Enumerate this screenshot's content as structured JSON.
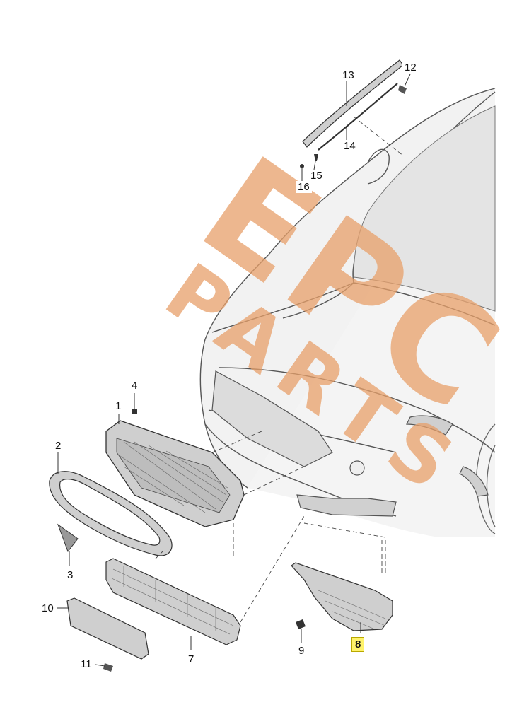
{
  "diagram": {
    "callouts": [
      {
        "id": "1",
        "label": "1"
      },
      {
        "id": "2",
        "label": "2"
      },
      {
        "id": "3",
        "label": "3"
      },
      {
        "id": "4",
        "label": "4"
      },
      {
        "id": "7",
        "label": "7"
      },
      {
        "id": "8",
        "label": "8",
        "highlighted": true
      },
      {
        "id": "9",
        "label": "9"
      },
      {
        "id": "10",
        "label": "10"
      },
      {
        "id": "11",
        "label": "11"
      },
      {
        "id": "12",
        "label": "12"
      },
      {
        "id": "13",
        "label": "13"
      },
      {
        "id": "14",
        "label": "14"
      },
      {
        "id": "15",
        "label": "15"
      },
      {
        "id": "16",
        "label": "16"
      }
    ],
    "highlight_color": "#fff36b",
    "line_color": "#333333",
    "part_fill": "#cfcfcf"
  },
  "watermark": {
    "text_line1": "EPC",
    "text_line2": "PARTS",
    "color": "#e8a06a"
  }
}
